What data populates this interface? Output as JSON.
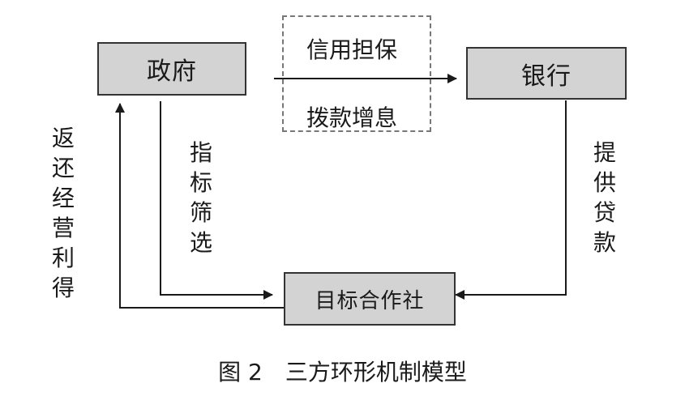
{
  "nodes": {
    "government": "政府",
    "bank": "银行",
    "cooperative": "目标合作社"
  },
  "edge_labels": {
    "gov_to_bank_top": "信用担保",
    "gov_to_bank_bottom": "拨款增息",
    "gov_to_coop": "指标筛选",
    "bank_to_coop": "提供贷款",
    "coop_to_gov": "返还经营利得"
  },
  "caption": "图 2　三方环形机制模型",
  "colors": {
    "box_fill": "#d3d3d3",
    "line": "#333333",
    "dashed_border": "#777777"
  }
}
